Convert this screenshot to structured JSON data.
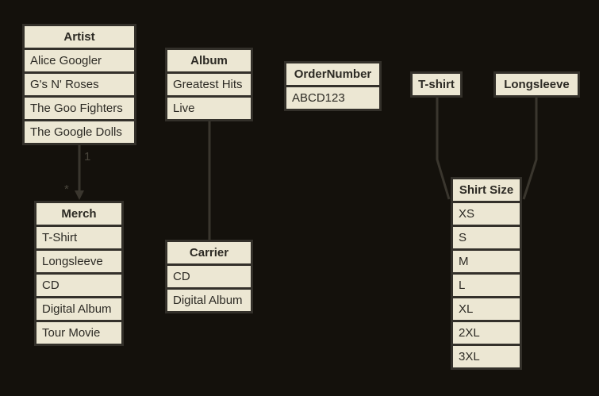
{
  "diagram": {
    "background_color": "#14110c",
    "node_fill_color": "#ece7d3",
    "node_border_color": "#33302a",
    "node_text_color": "#2c2a24",
    "connector_color": "#3a362e",
    "edge_label_color": "#49453c"
  },
  "tables": [
    {
      "id": "artist",
      "title": "Artist",
      "rows": [
        "Alice Googler",
        "G's N' Roses",
        "The Goo Fighters",
        "The Google Dolls"
      ]
    },
    {
      "id": "merch",
      "title": "Merch",
      "rows": [
        "T-Shirt",
        "Longsleeve",
        "CD",
        "Digital Album",
        "Tour Movie"
      ]
    },
    {
      "id": "album",
      "title": "Album",
      "rows": [
        "Greatest Hits",
        "Live"
      ]
    },
    {
      "id": "carrier",
      "title": "Carrier",
      "rows": [
        "CD",
        "Digital Album"
      ]
    },
    {
      "id": "ordernumber",
      "title": "OrderNumber",
      "rows": [
        "ABCD123"
      ]
    },
    {
      "id": "tshirt",
      "title": "T-shirt",
      "rows": []
    },
    {
      "id": "longsleeve",
      "title": "Longsleeve",
      "rows": []
    },
    {
      "id": "shirtsize",
      "title": "Shirt Size",
      "rows": [
        "XS",
        "S",
        "M",
        "L",
        "XL",
        "2XL",
        "3XL"
      ]
    }
  ],
  "connectors": [
    {
      "from": "Artist",
      "to": "Merch",
      "source_label": "1",
      "target_label": "*",
      "arrowhead": "true"
    },
    {
      "from": "Album",
      "to": "Carrier",
      "source_label": "",
      "target_label": "",
      "arrowhead": "false"
    },
    {
      "from": "T-shirt",
      "to": "Shirt Size",
      "source_label": "",
      "target_label": "",
      "arrowhead": "false"
    },
    {
      "from": "Longsleeve",
      "to": "Shirt Size",
      "source_label": "",
      "target_label": "",
      "arrowhead": "false"
    }
  ]
}
